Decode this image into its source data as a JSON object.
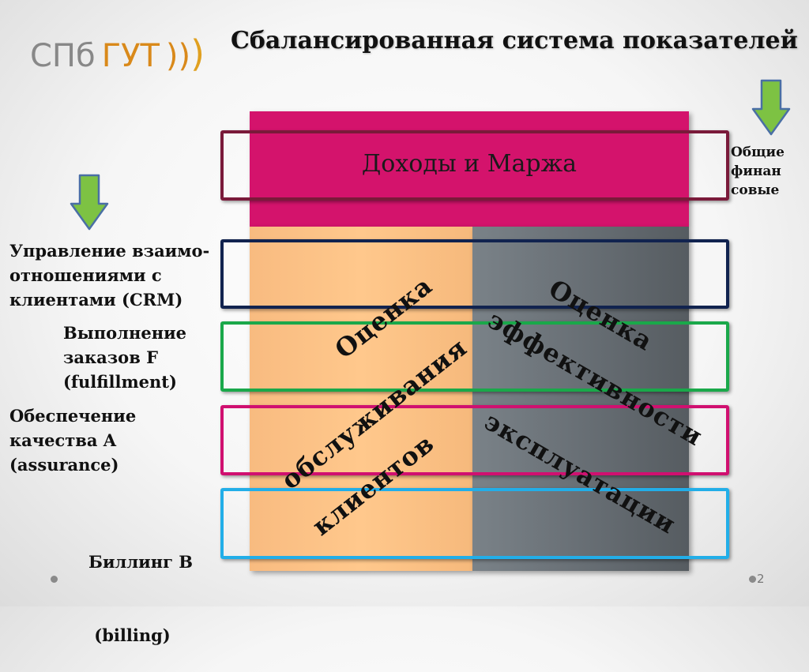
{
  "logo": {
    "part1": "СПб",
    "part2": "ГУТ",
    "part3": "))",
    "part4": ")"
  },
  "title": "Сбалансированная система показателей",
  "revenue_label": "Доходы и Маржа",
  "left_column": {
    "line1": "Оценка",
    "line2": "обслуживания",
    "line3": "клиентов"
  },
  "right_column": {
    "line1": "Оценка",
    "line2": "эффективности",
    "line3": "эксплуатации"
  },
  "financial_label": [
    "Общие",
    "финан",
    "совые"
  ],
  "side_labels": {
    "crm": [
      "Управление взаимо-",
      "отношениями с",
      "клиентами (CRM)"
    ],
    "fulfillment": [
      "Выполнение",
      "заказов F",
      "(fulfillment)"
    ],
    "assurance": [
      "Обеспечение",
      "качества A",
      "(assurance)"
    ],
    "billing": [
      "Биллинг B",
      " (billing)"
    ]
  },
  "page_number": "2",
  "colors": {
    "revenue": "#d4136c",
    "left": "#ffc88c",
    "right": "#6a7177",
    "financial_frame": "#7a1a3a",
    "crm_frame": "#11234f",
    "fulfillment_frame": "#1aa84a",
    "assurance_frame": "#d01070",
    "billing_frame": "#22aee8",
    "arrow": "#7dc243"
  }
}
